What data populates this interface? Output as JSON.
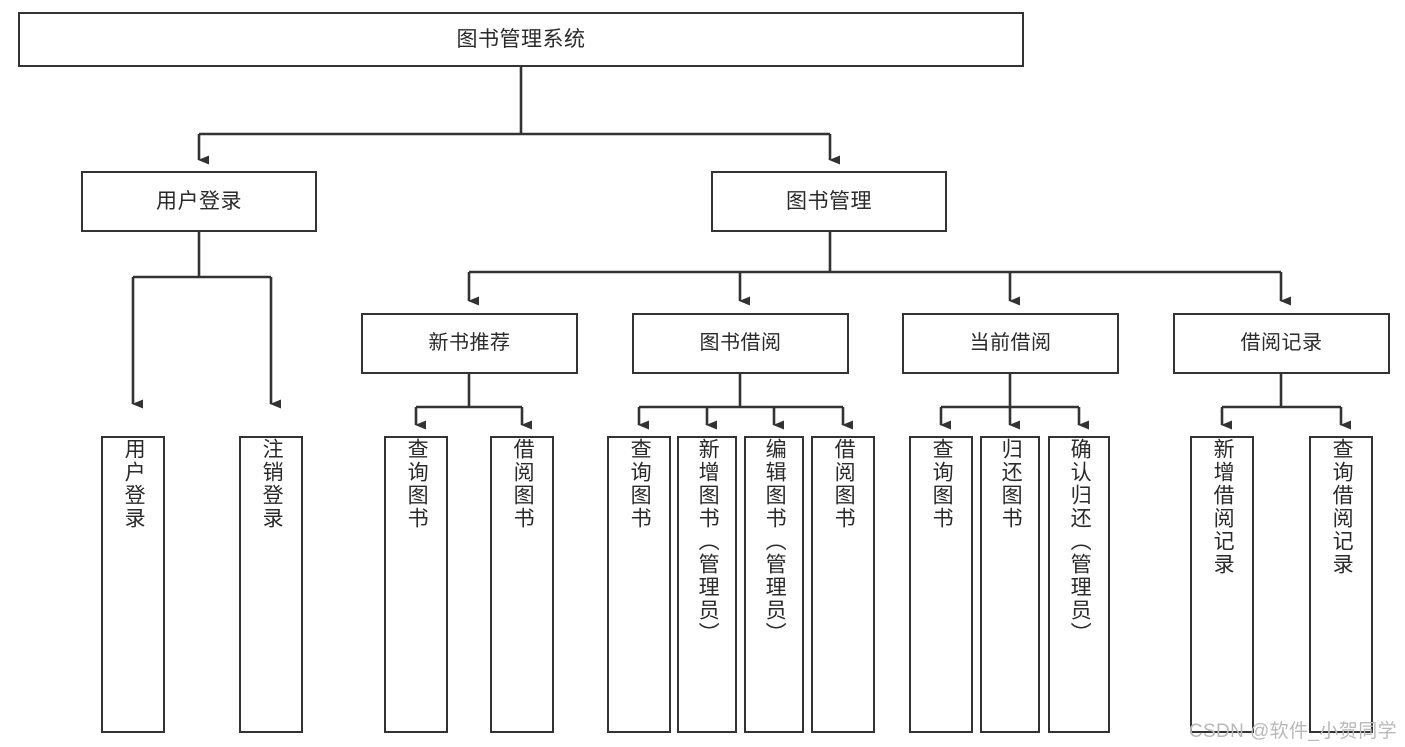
{
  "diagram": {
    "type": "tree-flowchart",
    "title": "图书管理系统",
    "watermark": "CSDN @软件_小贺同学",
    "colors": {
      "stroke": "#333333",
      "fill": "#ffffff",
      "text": "#2a2a2a",
      "watermark": "#b9b9b9"
    },
    "nodes": {
      "root": {
        "label": "图书管理系统"
      },
      "level2": [
        {
          "id": "user-login",
          "label": "用户登录"
        },
        {
          "id": "book-manage",
          "label": "图书管理"
        }
      ],
      "level3": [
        {
          "id": "new-book-recommend",
          "label": "新书推荐"
        },
        {
          "id": "book-borrow",
          "label": "图书借阅"
        },
        {
          "id": "current-borrow",
          "label": "当前借阅"
        },
        {
          "id": "borrow-record",
          "label": "借阅记录"
        }
      ],
      "leaves": {
        "user_login": [
          {
            "id": "leaf-user-login",
            "label": "用户登录"
          },
          {
            "id": "leaf-user-logout",
            "label": "注销登录"
          }
        ],
        "new_book_recommend": [
          {
            "id": "leaf-query-book-1",
            "label": "查询图书"
          },
          {
            "id": "leaf-borrow-book-1",
            "label": "借阅图书"
          }
        ],
        "book_borrow": [
          {
            "id": "leaf-query-book-2",
            "label": "查询图书"
          },
          {
            "id": "leaf-add-book",
            "label": "新增图书（管理员）"
          },
          {
            "id": "leaf-edit-book",
            "label": "编辑图书（管理员）"
          },
          {
            "id": "leaf-borrow-book-2",
            "label": "借阅图书"
          }
        ],
        "current_borrow": [
          {
            "id": "leaf-query-book-3",
            "label": "查询图书"
          },
          {
            "id": "leaf-return-book",
            "label": "归还图书"
          },
          {
            "id": "leaf-confirm-return",
            "label": "确认归还（管理员）"
          }
        ],
        "borrow_record": [
          {
            "id": "leaf-add-record",
            "label": "新增借阅记录"
          },
          {
            "id": "leaf-query-record",
            "label": "查询借阅记录"
          }
        ]
      }
    }
  }
}
